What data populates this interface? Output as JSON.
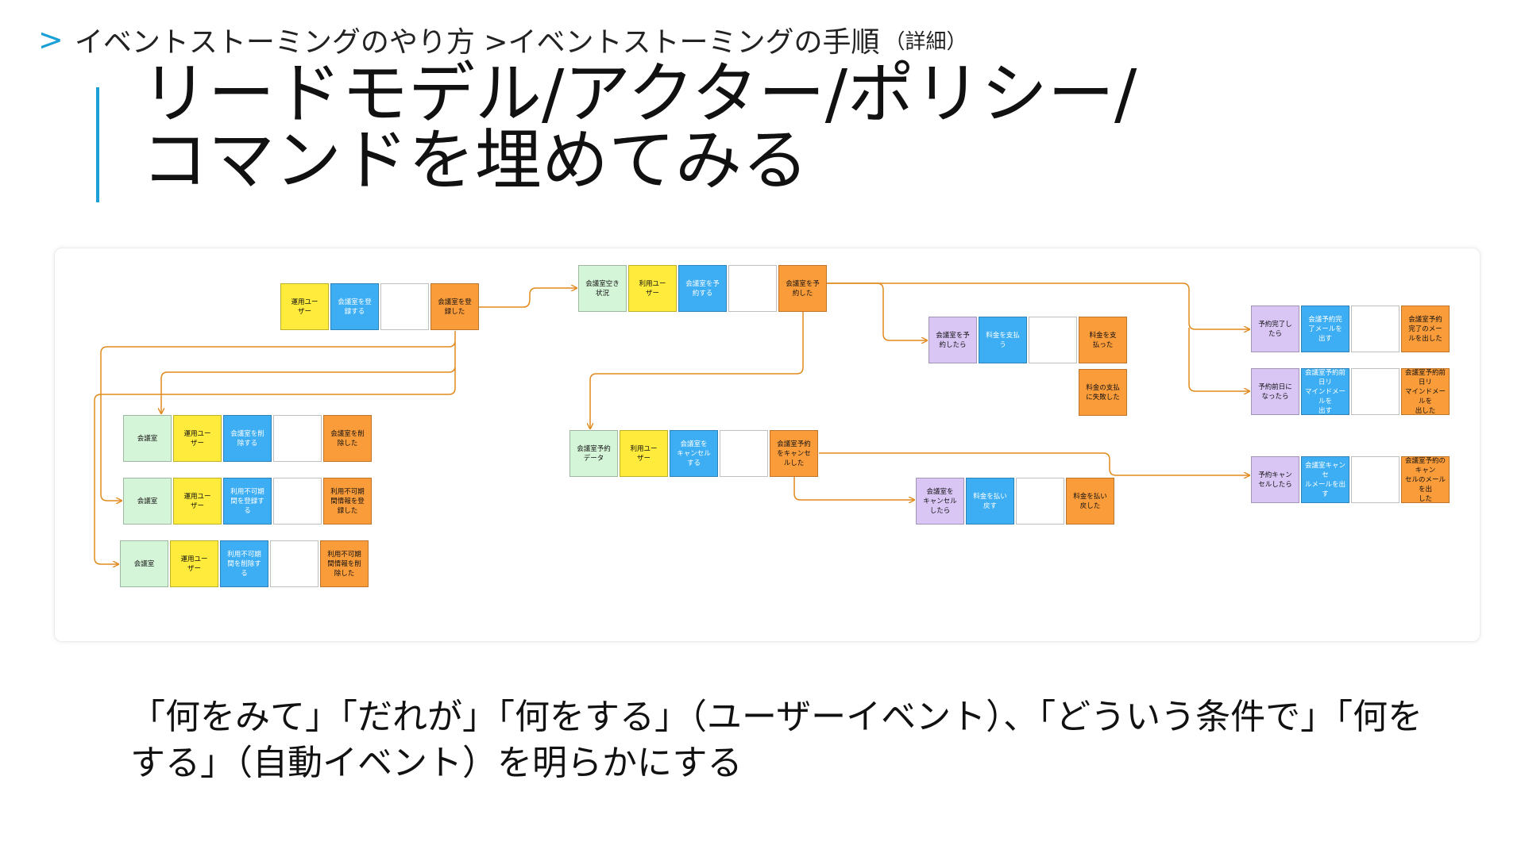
{
  "breadcrumb": {
    "text": "イベントストーミングのやり方 >イベントストーミングの手順",
    "suffix": "（詳細）"
  },
  "title": {
    "line1": "リードモデル/アクター/ポリシー/",
    "line2": "コマンドを埋めてみる"
  },
  "colors": {
    "accent": "#1a9fd6",
    "readmodel": "#d5f5d8",
    "actor": "#ffeb3b",
    "command": "#3eaef4",
    "policy": "#d9c6f5",
    "external": "#f541c5",
    "aggregate": "#fdc13e",
    "event": "#fb9c3a",
    "connector": "#e08a1e"
  },
  "notes": [
    {
      "id": "a1",
      "kind": "actor",
      "text": "運用ユー\nザー"
    },
    {
      "id": "a2",
      "kind": "command",
      "text": "会議室を登\n録する"
    },
    {
      "id": "a3",
      "kind": "aggregate",
      "text": ""
    },
    {
      "id": "a4",
      "kind": "event",
      "text": "会議室を登\n録した"
    },
    {
      "id": "b1",
      "kind": "readmodel",
      "text": "会議室空き\n状況"
    },
    {
      "id": "b2",
      "kind": "actor",
      "text": "利用ユー\nザー"
    },
    {
      "id": "b3",
      "kind": "command",
      "text": "会議室を予\n約する"
    },
    {
      "id": "b4",
      "kind": "aggregate",
      "text": ""
    },
    {
      "id": "b5",
      "kind": "event",
      "text": "会議室を予\n約した"
    },
    {
      "id": "c1",
      "kind": "policy",
      "text": "会議室を予\n約したら"
    },
    {
      "id": "c2",
      "kind": "command",
      "text": "料金を支払\nう"
    },
    {
      "id": "c3",
      "kind": "external",
      "text": ""
    },
    {
      "id": "c4",
      "kind": "event",
      "text": "料金を支\n払った"
    },
    {
      "id": "c5",
      "kind": "event",
      "text": "料金の支払\nに失敗した"
    },
    {
      "id": "d1",
      "kind": "policy",
      "text": "予約完了し\nたら"
    },
    {
      "id": "d2",
      "kind": "command",
      "text": "会議予約完\n了メールを\n出す"
    },
    {
      "id": "d3",
      "kind": "external",
      "text": ""
    },
    {
      "id": "d4",
      "kind": "event",
      "text": "会議室予約\n完了のメー\nルを出した"
    },
    {
      "id": "e1",
      "kind": "policy",
      "text": "予約前日に\nなったら"
    },
    {
      "id": "e2",
      "kind": "command",
      "text": "会議室予約前日リ\nマインドメールを\n出す"
    },
    {
      "id": "e3",
      "kind": "external",
      "text": ""
    },
    {
      "id": "e4",
      "kind": "event",
      "text": "会議室予約前日リ\nマインドメールを\n出した"
    },
    {
      "id": "f1",
      "kind": "readmodel",
      "text": "会議室"
    },
    {
      "id": "f2",
      "kind": "actor",
      "text": "運用ユー\nザー"
    },
    {
      "id": "f3",
      "kind": "command",
      "text": "会議室を削\n除する"
    },
    {
      "id": "f4",
      "kind": "aggregate",
      "text": ""
    },
    {
      "id": "f5",
      "kind": "event",
      "text": "会議室を削\n除した"
    },
    {
      "id": "g1",
      "kind": "readmodel",
      "text": "会議室"
    },
    {
      "id": "g2",
      "kind": "actor",
      "text": "運用ユー\nザー"
    },
    {
      "id": "g3",
      "kind": "command",
      "text": "利用不可期\n間を登録す\nる"
    },
    {
      "id": "g4",
      "kind": "aggregate",
      "text": ""
    },
    {
      "id": "g5",
      "kind": "event",
      "text": "利用不可期\n間情報を登\n録した"
    },
    {
      "id": "h1",
      "kind": "readmodel",
      "text": "会議室"
    },
    {
      "id": "h2",
      "kind": "actor",
      "text": "運用ユー\nザー"
    },
    {
      "id": "h3",
      "kind": "command",
      "text": "利用不可期\n間を削除す\nる"
    },
    {
      "id": "h4",
      "kind": "aggregate",
      "text": ""
    },
    {
      "id": "h5",
      "kind": "event",
      "text": "利用不可期\n間情報を削\n除した"
    },
    {
      "id": "i1",
      "kind": "readmodel",
      "text": "会議室予約\nデータ"
    },
    {
      "id": "i2",
      "kind": "actor",
      "text": "利用ユー\nザー"
    },
    {
      "id": "i3",
      "kind": "command",
      "text": "会議室を\nキャンセル\nする"
    },
    {
      "id": "i4",
      "kind": "aggregate",
      "text": ""
    },
    {
      "id": "i5",
      "kind": "event",
      "text": "会議室予約\nをキャンセ\nルした"
    },
    {
      "id": "j1",
      "kind": "policy",
      "text": "会議室を\nキャンセル\nしたら"
    },
    {
      "id": "j2",
      "kind": "command",
      "text": "料金を払い\n戻す"
    },
    {
      "id": "j3",
      "kind": "external",
      "text": ""
    },
    {
      "id": "j4",
      "kind": "event",
      "text": "料金を払い\n戻した"
    },
    {
      "id": "k1",
      "kind": "policy",
      "text": "予約キャン\nセルしたら"
    },
    {
      "id": "k2",
      "kind": "command",
      "text": "会議室キャンセ\nルメールを出す"
    },
    {
      "id": "k3",
      "kind": "external",
      "text": ""
    },
    {
      "id": "k4",
      "kind": "event",
      "text": "会議室予約のキャン\nセルのメールを出\nした"
    }
  ],
  "caption": "「何をみて」「だれが」「何をする」（ユーザーイベント）、「どういう条件で」「何をする」（自動イベント）を明らかにする"
}
